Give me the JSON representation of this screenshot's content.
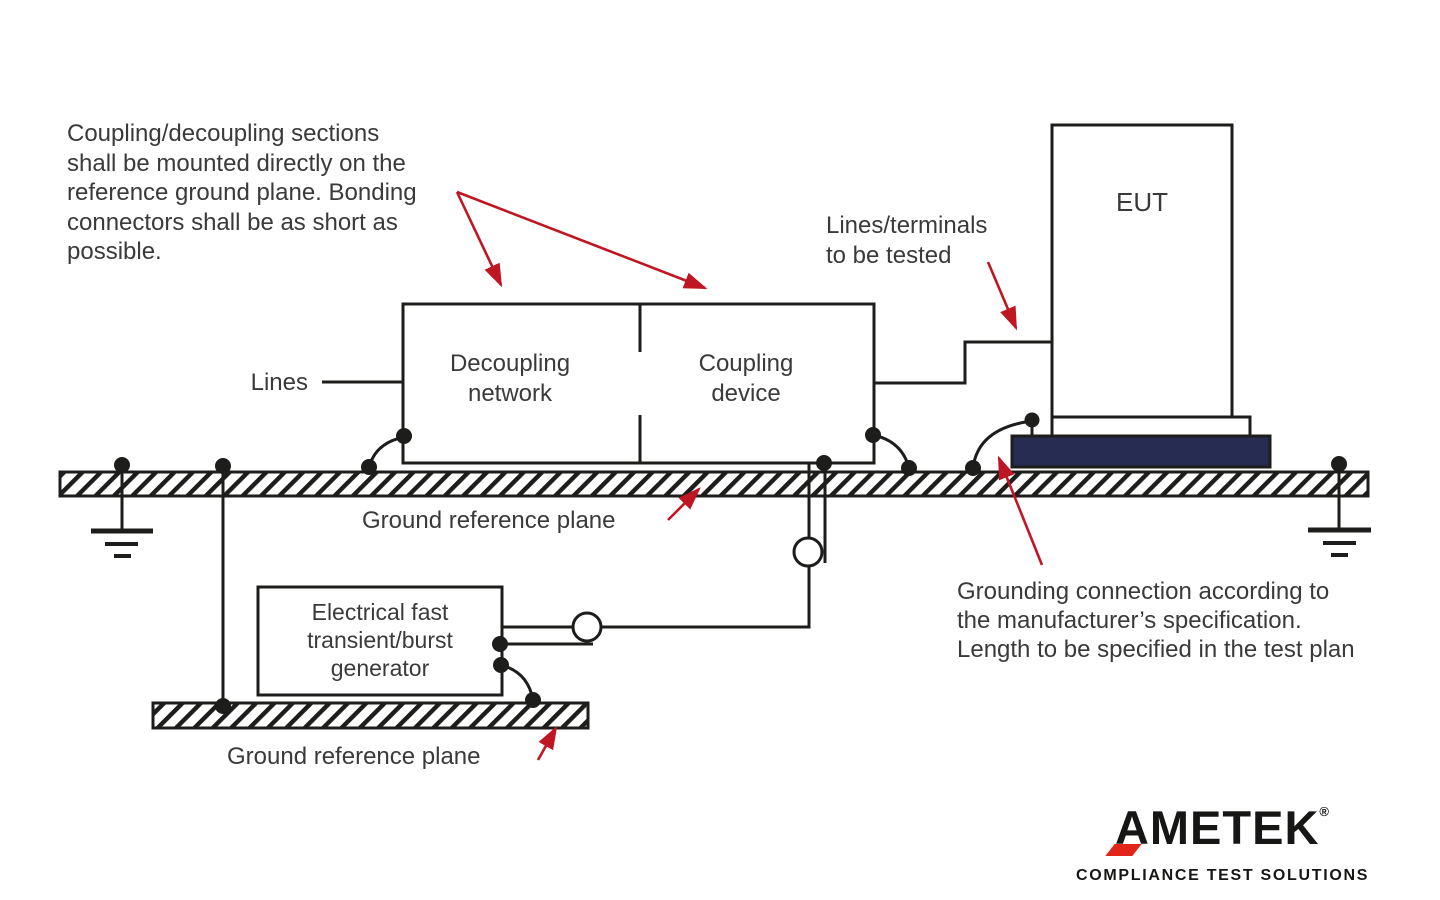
{
  "colors": {
    "line": "#1d1d1b",
    "red": "#be1622",
    "navy": "#272c52",
    "text": "#3a3a3b",
    "logo_red": "#e1251b"
  },
  "notes": {
    "cdn": "Coupling/decoupling sections\nshall be mounted directly on the\nreference ground plane. Bonding\nconnectors shall be as short as\npossible.",
    "terminals": "Lines/terminals\nto be tested",
    "grounding": "Grounding connection according to\nthe manufacturer’s specification.\nLength to be specified in the test plan"
  },
  "labels": {
    "lines": "Lines",
    "eut": "EUT",
    "decoupling_network": "Decoupling\nnetwork",
    "coupling_device": "Coupling\ndevice",
    "generator": "Electrical fast\ntransient/burst\ngenerator",
    "ground_plane_upper": "Ground reference plane",
    "ground_plane_lower": "Ground reference plane"
  },
  "logo": {
    "brand": "AMETEK",
    "registered": "®",
    "tagline": "COMPLIANCE TEST SOLUTIONS"
  }
}
